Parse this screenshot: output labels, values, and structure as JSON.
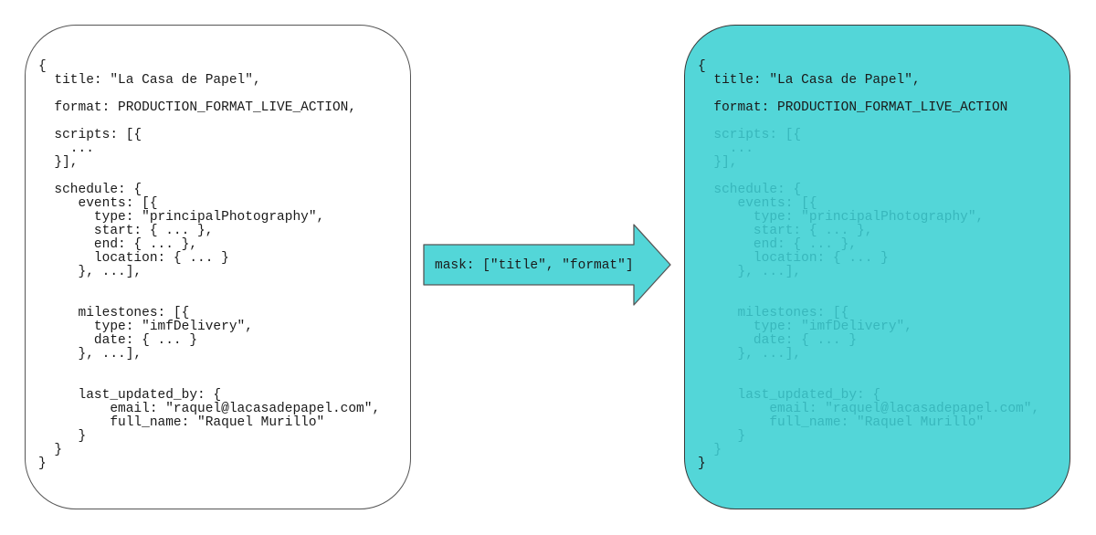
{
  "input_document": {
    "lines": [
      "{",
      "  title: \"La Casa de Papel\",",
      "",
      "  format: PRODUCTION_FORMAT_LIVE_ACTION,",
      "",
      "  scripts: [{",
      "    ...",
      "  }],",
      "",
      "  schedule: {",
      "     events: [{",
      "       type: \"principalPhotography\",",
      "       start: { ... },",
      "       end: { ... },",
      "       location: { ... }",
      "     }, ...],",
      "",
      "",
      "     milestones: [{",
      "       type: \"imfDelivery\",",
      "       date: { ... }",
      "     }, ...],",
      "",
      "",
      "     last_updated_by: {",
      "         email: \"raquel@lacasadepapel.com\",",
      "         full_name: \"Raquel Murillo\"",
      "     }",
      "  }",
      "}"
    ]
  },
  "transform": {
    "label": "mask: [\"title\", \"format\"]"
  },
  "output_document": {
    "lines": [
      "{",
      "  title: \"La Casa de Papel\",",
      "",
      "  format: PRODUCTION_FORMAT_LIVE_ACTION",
      "",
      "  scripts: [{",
      "    ...",
      "  }],",
      "",
      "  schedule: {",
      "     events: [{",
      "       type: \"principalPhotography\",",
      "       start: { ... },",
      "       end: { ... },",
      "       location: { ... }",
      "     }, ...],",
      "",
      "",
      "     milestones: [{",
      "       type: \"imfDelivery\",",
      "       date: { ... }",
      "     }, ...],",
      "",
      "",
      "     last_updated_by: {",
      "         email: \"raquel@lacasadepapel.com\",",
      "         full_name: \"Raquel Murillo\"",
      "     }",
      "  }",
      "}"
    ],
    "masked_out_line_indices": [
      5,
      6,
      7,
      9,
      10,
      11,
      12,
      13,
      14,
      15,
      18,
      19,
      20,
      21,
      24,
      25,
      26,
      27,
      28
    ],
    "panel_color": "#53d6d8",
    "masked_text_color": "#38b7bc"
  }
}
